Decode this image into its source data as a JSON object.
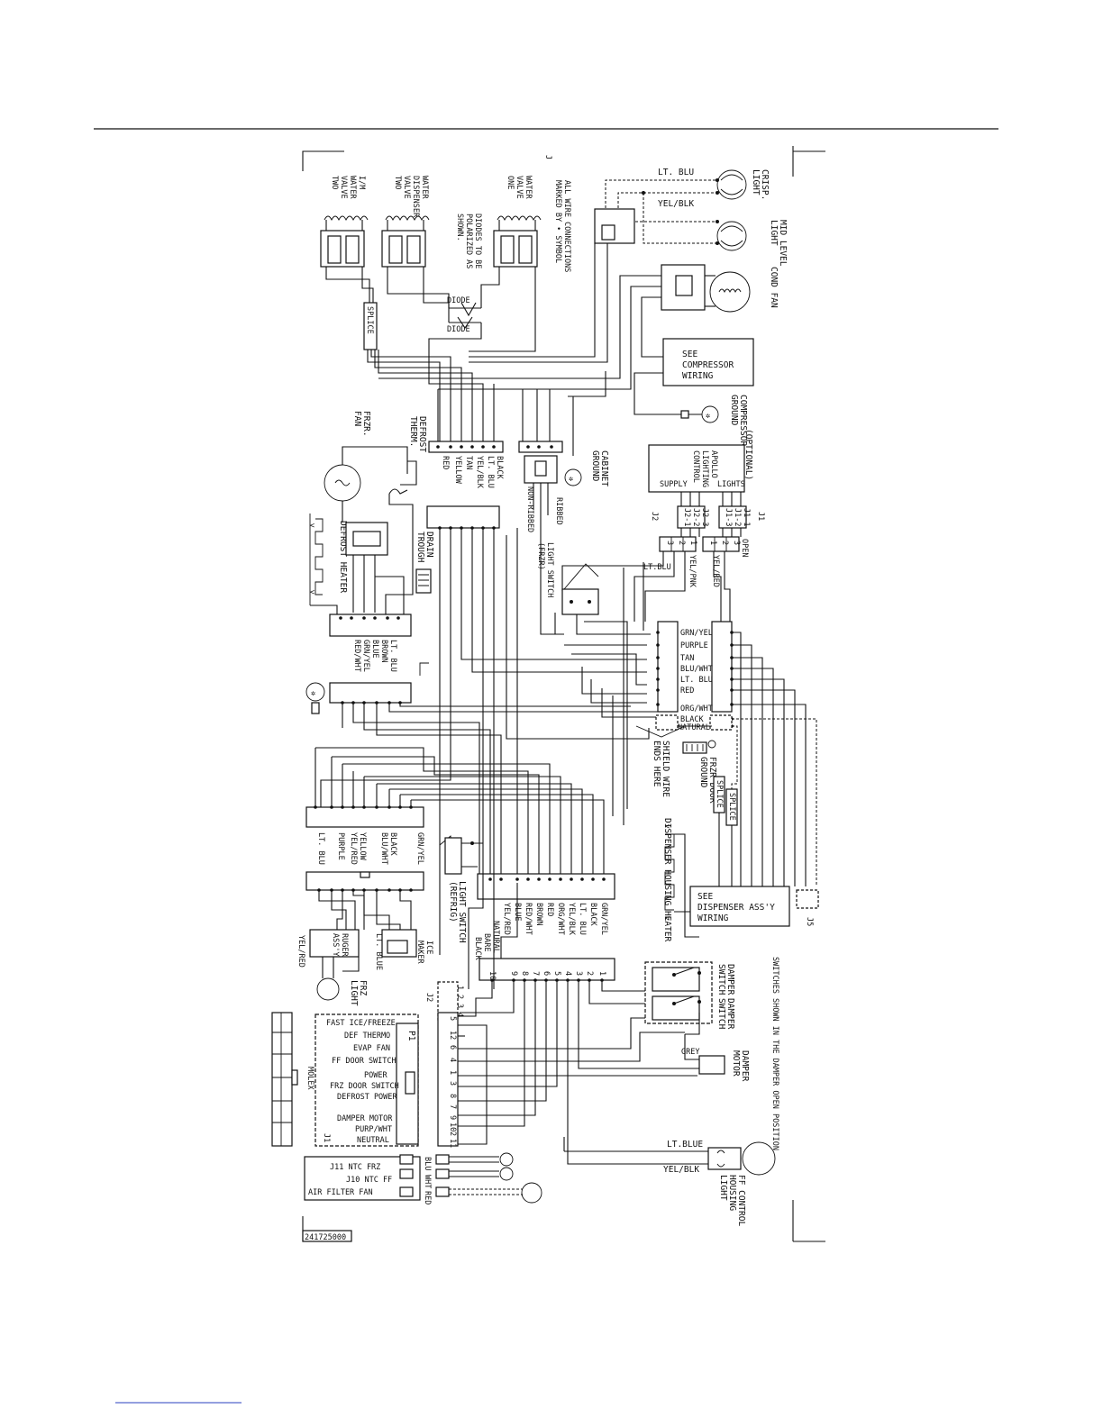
{
  "diagram": {
    "part_number": "241725000",
    "small_mark": "J",
    "valves": {
      "im_valve": [
        "I/M",
        "WATER",
        "VALVE",
        "TWO"
      ],
      "dispenser_valve": [
        "WATER",
        "DISPENSER",
        "VALVE",
        "TWO"
      ],
      "water_valve_one": [
        "WATER",
        "VALVE",
        "ONE"
      ]
    },
    "notes": {
      "diodes": [
        "DIODES TO BE",
        "POLARIZED AS",
        "SHOWN."
      ],
      "connections": [
        "ALL WIRE CONNECTIONS",
        "MARKED BY • SYMBOL"
      ],
      "switches": "SWITCHES SHOWN IN THE DAMPER OPEN POSITION"
    },
    "top_right": {
      "crisp_light": [
        "CRISP.",
        "LIGHT"
      ],
      "mid_light": [
        "MID LEVEL",
        "LIGHT"
      ],
      "cond_fan": "COND FAN",
      "lt_blu": "LT. BLU",
      "yel_blk": "YEL/BLK",
      "compressor_box": [
        "SEE",
        "COMPRESSOR",
        "WIRING"
      ],
      "compressor_ground": [
        "COMPRESSOR",
        "GROUND"
      ]
    },
    "diode_labels": [
      "DIODE",
      "DIODE"
    ],
    "splice": "SPLICE",
    "apollo": {
      "optional": "(OPTIONAL)",
      "title": [
        "APOLLO",
        "LIGHTING",
        "CONTROL"
      ],
      "supply": "SUPPLY",
      "lights": "LIGHTS",
      "j1": "J1",
      "j2": "J2",
      "j1_pins": [
        "J1-3",
        "J1-2",
        "J1-1"
      ],
      "j2_pins": [
        "J2-1",
        "J2-2",
        "J2-3"
      ]
    },
    "left_top": {
      "frzr_fan": [
        "FRZR.",
        "FAN"
      ],
      "defrost_therm": [
        "DEFROST",
        "THERM."
      ],
      "defrost_heater": "DEFROST HEATER",
      "drain_trough": [
        "DRAIN",
        "TROUGH"
      ],
      "cabinet_ground": [
        "CABINET",
        "GROUND"
      ],
      "ribbed": "RIBBED",
      "non_ribbed": "NON-RIBBED",
      "conn_colors": [
        "BLACK",
        "LT. BLU",
        "YEL/BLK",
        "TAN",
        "YELLOW",
        "RED"
      ]
    },
    "mid_right": {
      "light_switch_frzr": [
        "LIGHT SWITCH",
        "(FRZR)"
      ],
      "lt_blu": "LT.BLU",
      "yel_pnk": "YEL/PNK",
      "yel_red": "YEL/RED",
      "open": "OPEN",
      "conn_pins_a": [
        "3",
        "2",
        "1"
      ],
      "conn_pins_b": [
        "1",
        "2",
        "3"
      ],
      "colors": [
        "GRN/YEL",
        "PURPLE",
        "TAN",
        "BLU/WHT",
        "LT. BLU",
        "RED",
        "ORG/WHT",
        "BLACK",
        "NATURAL"
      ],
      "shield": [
        "SHIELD WIRE",
        "ENDS HERE"
      ],
      "frzr_door_ground": [
        "FRZR DOOR",
        "GROUND"
      ],
      "splice_a": "SPLICE",
      "splice_b": "SPLICE",
      "dispenser_heater": "DISPENSER HOUSING HEATER",
      "dispenser_box": [
        "SEE",
        "DISPENSER ASS'Y",
        "WIRING"
      ],
      "j5": "J5"
    },
    "left_mid": {
      "conn_colors": [
        "LT. BLU",
        "BROWN",
        "BLUE",
        "GRN/YEL",
        "RED/WHT"
      ],
      "harness_colors": [
        "GRN/YEL",
        "BLACK",
        "BLU/WHT",
        "YELLOW",
        "YEL/RED",
        "PURPLE",
        "LT. BLU"
      ]
    },
    "left_bottom": {
      "ruger": [
        "RUGER",
        "ASS'Y"
      ],
      "ice_maker": [
        "ICE",
        "MAKER"
      ],
      "lt_blue": "LT. BLUE",
      "yel_red": "YEL/RED",
      "frz_light": [
        "FRZ",
        "LIGHT"
      ],
      "light_switch_refrig": [
        "LIGHT SWITCH",
        "(REFRIG)"
      ],
      "connector_colors": [
        "GRN/YEL",
        "BLACK",
        "LT. BLU",
        "YEL/BLK",
        "ORG/WHT",
        "RED",
        "BROWN",
        "RED/WHT",
        "BLUE",
        "YEL/RED"
      ],
      "natural": "NATURAL",
      "bare": "BARE",
      "black": "BLACK"
    },
    "control": {
      "p1": "P1",
      "j1": "J1",
      "j2": "J2",
      "molex": "MOLEX",
      "functions": [
        "FAST ICE/FREEZE",
        "DEF THERMO",
        "EVAP FAN",
        "FF DOOR SWITCH",
        "POWER",
        "FRZ DOOR SWITCH",
        "DEFROST POWER",
        "DAMPER MOTOR",
        "PURP/WHT",
        "NEUTRAL"
      ],
      "j1_pins": [
        "5",
        "12",
        "6",
        "4",
        "1",
        "3",
        "8",
        "7",
        "9",
        "10",
        "2",
        "11"
      ],
      "j2_pins": [
        "1",
        "2",
        "3",
        "4"
      ],
      "top_pins": [
        "10",
        "9",
        "8",
        "7",
        "6",
        "5",
        "4",
        "3",
        "2",
        "1"
      ],
      "ntc": [
        "J11 NTC FRZ",
        "J10 NTC FF",
        "AIR FILTER FAN"
      ],
      "ntc_colors": [
        "BLU",
        "WHT",
        "RED"
      ]
    },
    "bottom_right": {
      "damper_switch_a": [
        "DAMPER",
        "SWITCH"
      ],
      "damper_switch_b": [
        "DAMPER",
        "SWITCH"
      ],
      "grey": "GREY",
      "damper_motor": [
        "DAMPER",
        "MOTOR"
      ],
      "lt_blue": "LT.BLUE",
      "yel_blk": "YEL/BLK",
      "ff_light": [
        "FF CONTROL",
        "HOUSING",
        "LIGHT"
      ]
    }
  }
}
